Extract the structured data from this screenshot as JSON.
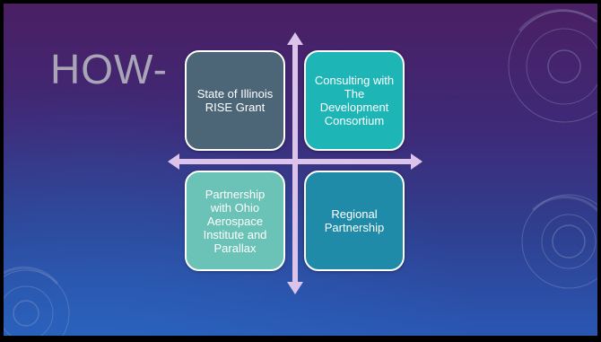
{
  "slide": {
    "title": "HOW-"
  },
  "quadrants": [
    {
      "label": "State of Illinois RISE Grant",
      "color": "#4c6677"
    },
    {
      "label": "Consulting with The Development Consortium",
      "color": "#1db5b5"
    },
    {
      "label": "Partnership with Ohio Aerospace Institute and Parallax",
      "color": "#6bc2b6"
    },
    {
      "label": "Regional Partnership",
      "color": "#1f8ba8"
    }
  ],
  "colors": {
    "arrow": "#dcc3ea",
    "title": "#a9a4b6",
    "box_border": "#ffffff"
  }
}
